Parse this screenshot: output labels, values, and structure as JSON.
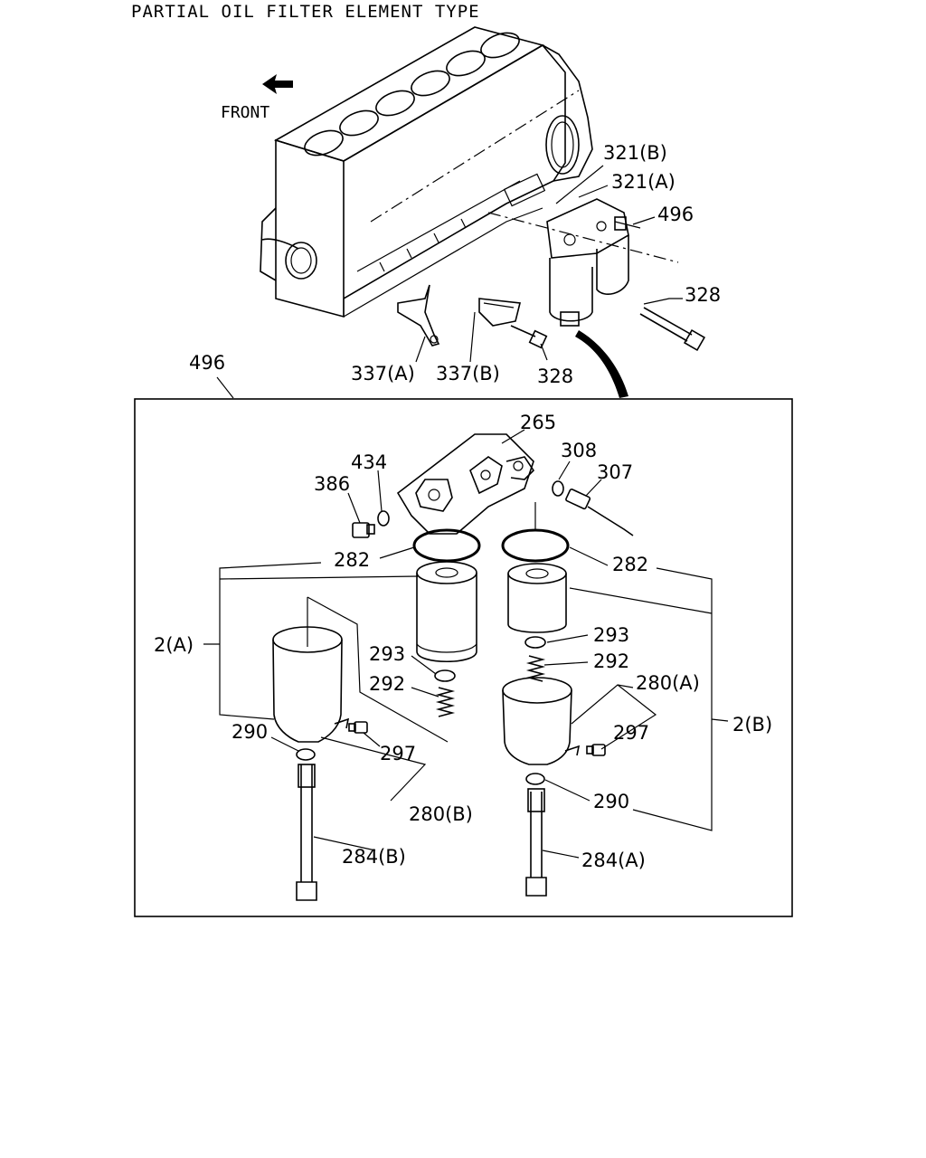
{
  "title": "PARTIAL OIL FILTER ELEMENT TYPE",
  "front_label": "FRONT",
  "callouts": {
    "c321b": "321(B)",
    "c321a": "321(A)",
    "c496_top": "496",
    "c328_right": "328",
    "c337a": "337(A)",
    "c337b": "337(B)",
    "c328_bottom": "328",
    "c496_box": "496",
    "c265": "265",
    "c308": "308",
    "c307": "307",
    "c434": "434",
    "c386": "386",
    "c282_left": "282",
    "c282_right": "282",
    "c2a": "2(A)",
    "c293_left": "293",
    "c292_left": "292",
    "c290_left": "290",
    "c297_left": "297",
    "c280b": "280(B)",
    "c284b": "284(B)",
    "c293_right": "293",
    "c292_right": "292",
    "c280a": "280(A)",
    "c297_right": "297",
    "c2b": "2(B)",
    "c290_right": "290",
    "c284a": "284(A)"
  }
}
